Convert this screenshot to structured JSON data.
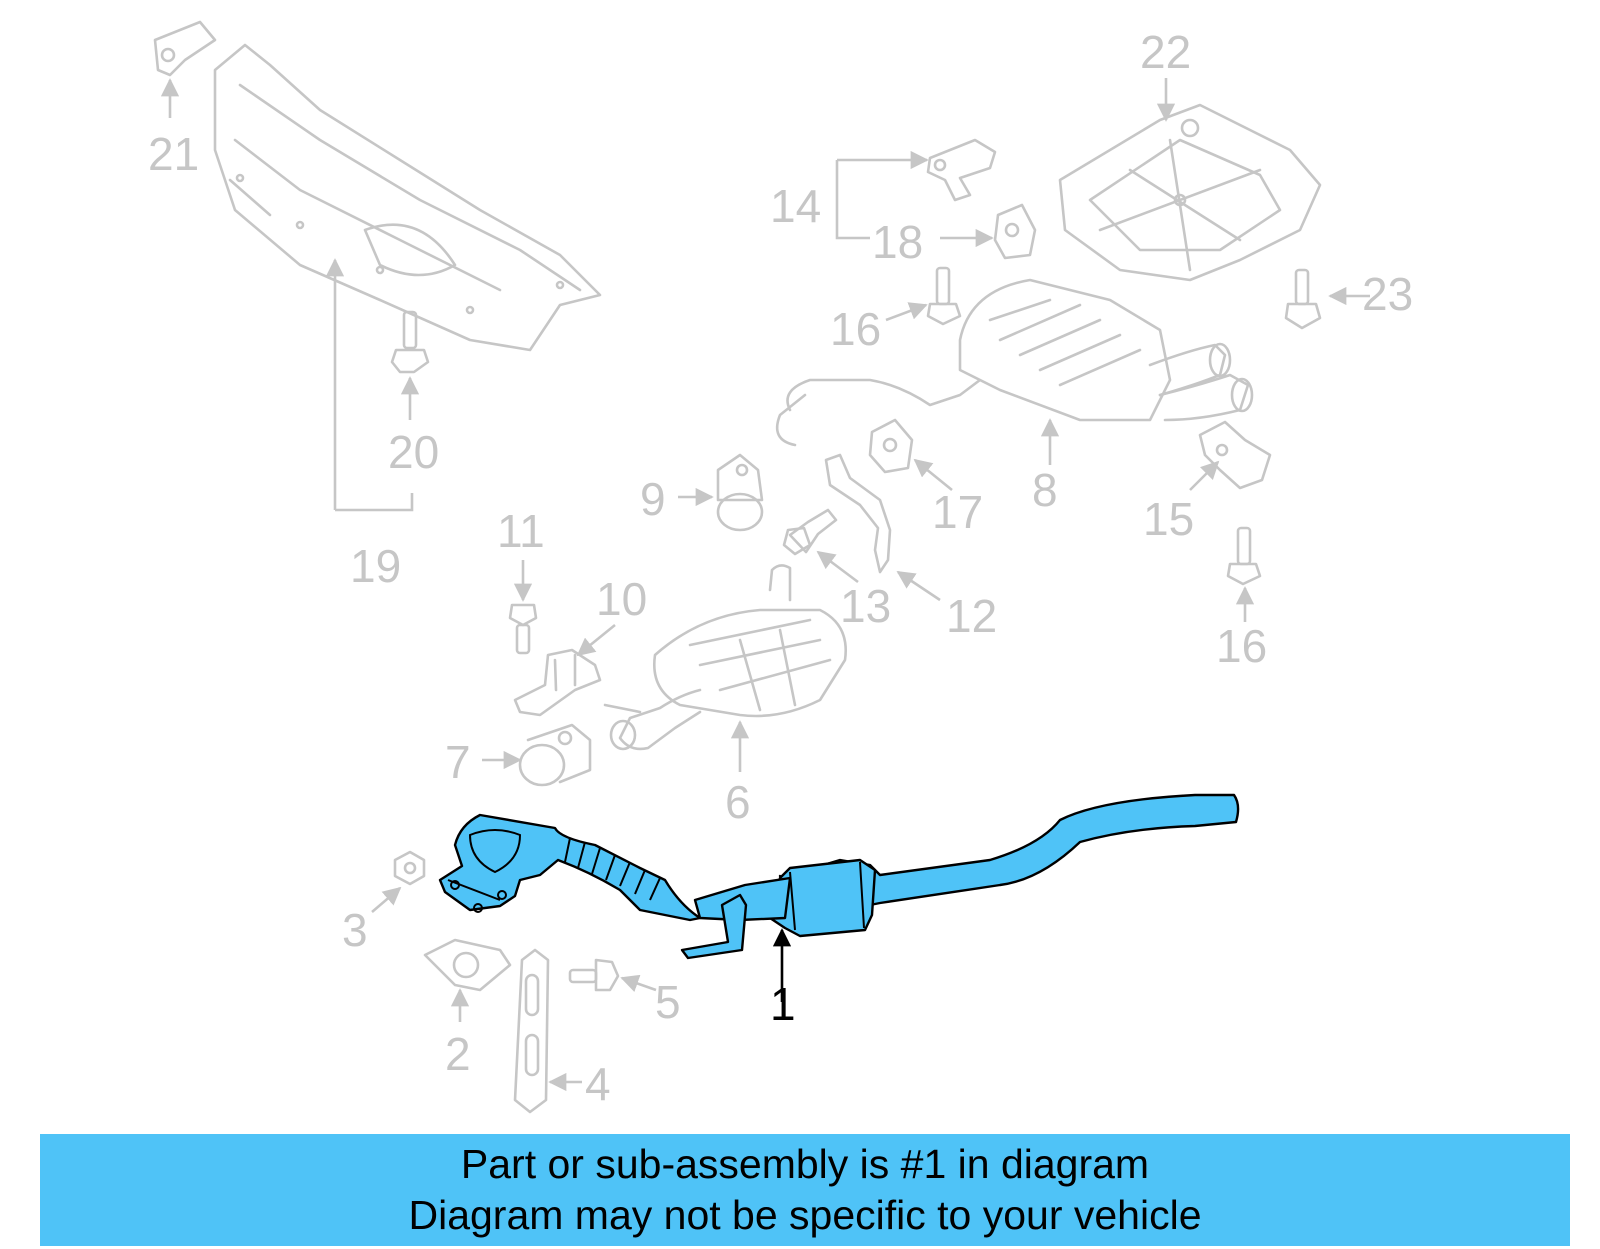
{
  "callouts": {
    "c1": "1",
    "c2": "2",
    "c3": "3",
    "c4": "4",
    "c5": "5",
    "c6": "6",
    "c7": "7",
    "c8": "8",
    "c9": "9",
    "c10": "10",
    "c11": "11",
    "c12": "12",
    "c13": "13",
    "c14": "14",
    "c15": "15",
    "c16a": "16",
    "c16b": "16",
    "c17": "17",
    "c18": "18",
    "c19": "19",
    "c20": "20",
    "c21": "21",
    "c22": "22",
    "c23": "23"
  },
  "banner": {
    "line1": "Part or sub-assembly is #1 in diagram",
    "line2": "Diagram may not be specific to your vehicle"
  },
  "colors": {
    "highlight": "#4fc3f7",
    "ghost": "#c6c6c6",
    "banner_bg": "#4fc3f7"
  }
}
